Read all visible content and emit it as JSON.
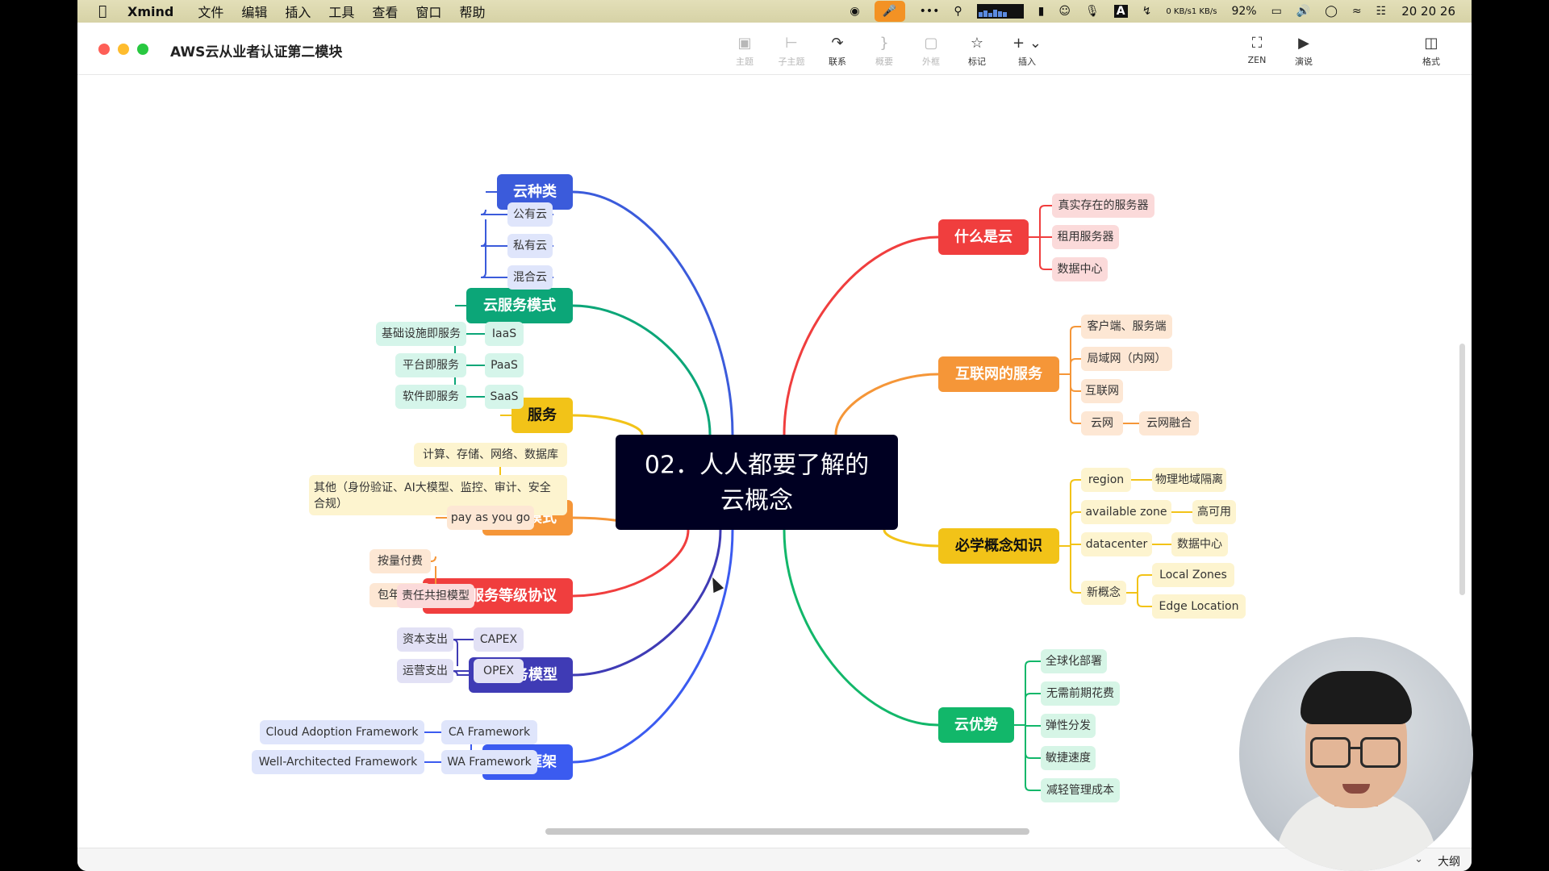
{
  "menubar": {
    "app_name": "Xmind",
    "menus": [
      "文件",
      "编辑",
      "插入",
      "工具",
      "查看",
      "窗口",
      "帮助"
    ],
    "net_up": "0 KB/s",
    "net_down": "1 KB/s",
    "battery": "92%",
    "clock": "20 20 26"
  },
  "window": {
    "title": "AWS云从业者认证第二模块",
    "toolbar": {
      "topic": "主题",
      "subtopic": "子主题",
      "relationship": "联系",
      "summary": "概要",
      "boundary": "外框",
      "marker": "标记",
      "insert": "插入",
      "zen": "ZEN",
      "pitch": "演说",
      "format": "格式"
    },
    "outline": "大纲"
  },
  "mindmap": {
    "root": "02．人人都要了解的云概念",
    "root_line1": "02．人人都要了解的",
    "root_line2": "云概念",
    "branches": [
      {
        "id": "cloud-types",
        "label": "云种类",
        "color": "#3b5bdb",
        "children": [
          {
            "label": "公有云"
          },
          {
            "label": "私有云"
          },
          {
            "label": "混合云"
          }
        ]
      },
      {
        "id": "service-models",
        "label": "云服务模式",
        "color": "#0ca678",
        "children": [
          {
            "label": "IaaS",
            "children": [
              {
                "label": "基础设施即服务"
              }
            ]
          },
          {
            "label": "PaaS",
            "children": [
              {
                "label": "平台即服务"
              }
            ]
          },
          {
            "label": "SaaS",
            "children": [
              {
                "label": "软件即服务"
              }
            ]
          }
        ]
      },
      {
        "id": "services",
        "label": "服务",
        "color": "#f2c318",
        "children": [
          {
            "label": "计算、存储、网络、数据库"
          },
          {
            "label": "其他（身份验证、AI大模型、监控、审计、安全"
          },
          {
            "label": "合规）"
          }
        ]
      },
      {
        "id": "payment",
        "label": "付费模式",
        "color": "#f59638",
        "children": [
          {
            "label": "pay as you go",
            "children": [
              {
                "label": "按量付费"
              },
              {
                "label": "包年包月"
              }
            ]
          }
        ]
      },
      {
        "id": "sla",
        "label": "SLA服务等级协议",
        "color": "#f03e3e",
        "children": [
          {
            "label": "责任共担模型"
          }
        ]
      },
      {
        "id": "it-finance",
        "label": "IT财务模型",
        "color": "#3f3bb5",
        "children": [
          {
            "label": "CAPEX",
            "children": [
              {
                "label": "资本支出"
              }
            ]
          },
          {
            "label": "OPEX",
            "children": [
              {
                "label": "运营支出"
              }
            ]
          }
        ]
      },
      {
        "id": "frameworks",
        "label": "两个框架",
        "color": "#3b5bf0",
        "children": [
          {
            "label": "CA Framework",
            "children": [
              {
                "label": "Cloud Adoption Framework"
              }
            ]
          },
          {
            "label": "WA Framework",
            "children": [
              {
                "label": "Well-Architected Framework"
              }
            ]
          }
        ]
      },
      {
        "id": "what-is-cloud",
        "label": "什么是云",
        "color": "#f03e3e",
        "children": [
          {
            "label": "真实存在的服务器"
          },
          {
            "label": "租用服务器"
          },
          {
            "label": "数据中心"
          }
        ]
      },
      {
        "id": "internet-services",
        "label": "互联网的服务",
        "color": "#f59638",
        "children": [
          {
            "label": "客户端、服务端"
          },
          {
            "label": "局域网（内网）"
          },
          {
            "label": "互联网"
          },
          {
            "label": "云网",
            "children": [
              {
                "label": "云网融合"
              }
            ]
          }
        ]
      },
      {
        "id": "must-know",
        "label": "必学概念知识",
        "color": "#f2c318",
        "children": [
          {
            "label": "region",
            "children": [
              {
                "label": "物理地域隔离"
              }
            ]
          },
          {
            "label": "available zone",
            "children": [
              {
                "label": "高可用"
              }
            ]
          },
          {
            "label": "datacenter",
            "children": [
              {
                "label": "数据中心"
              }
            ]
          },
          {
            "label": "新概念",
            "children": [
              {
                "label": "Local Zones"
              },
              {
                "label": "Edge Location"
              }
            ]
          }
        ]
      },
      {
        "id": "advantages",
        "label": "云优势",
        "color": "#12b76a",
        "children": [
          {
            "label": "全球化部署"
          },
          {
            "label": "无需前期花费"
          },
          {
            "label": "弹性分发"
          },
          {
            "label": "敏捷速度"
          },
          {
            "label": "减轻管理成本"
          }
        ]
      }
    ]
  },
  "colors": {
    "menubar": "#dcd8ac",
    "root_bg": "#000022",
    "blue": "#3b5bdb",
    "green": "#0ca678",
    "yellow": "#f2c318",
    "orange": "#f59638",
    "red": "#f03e3e",
    "indigo": "#3f3bb5"
  }
}
